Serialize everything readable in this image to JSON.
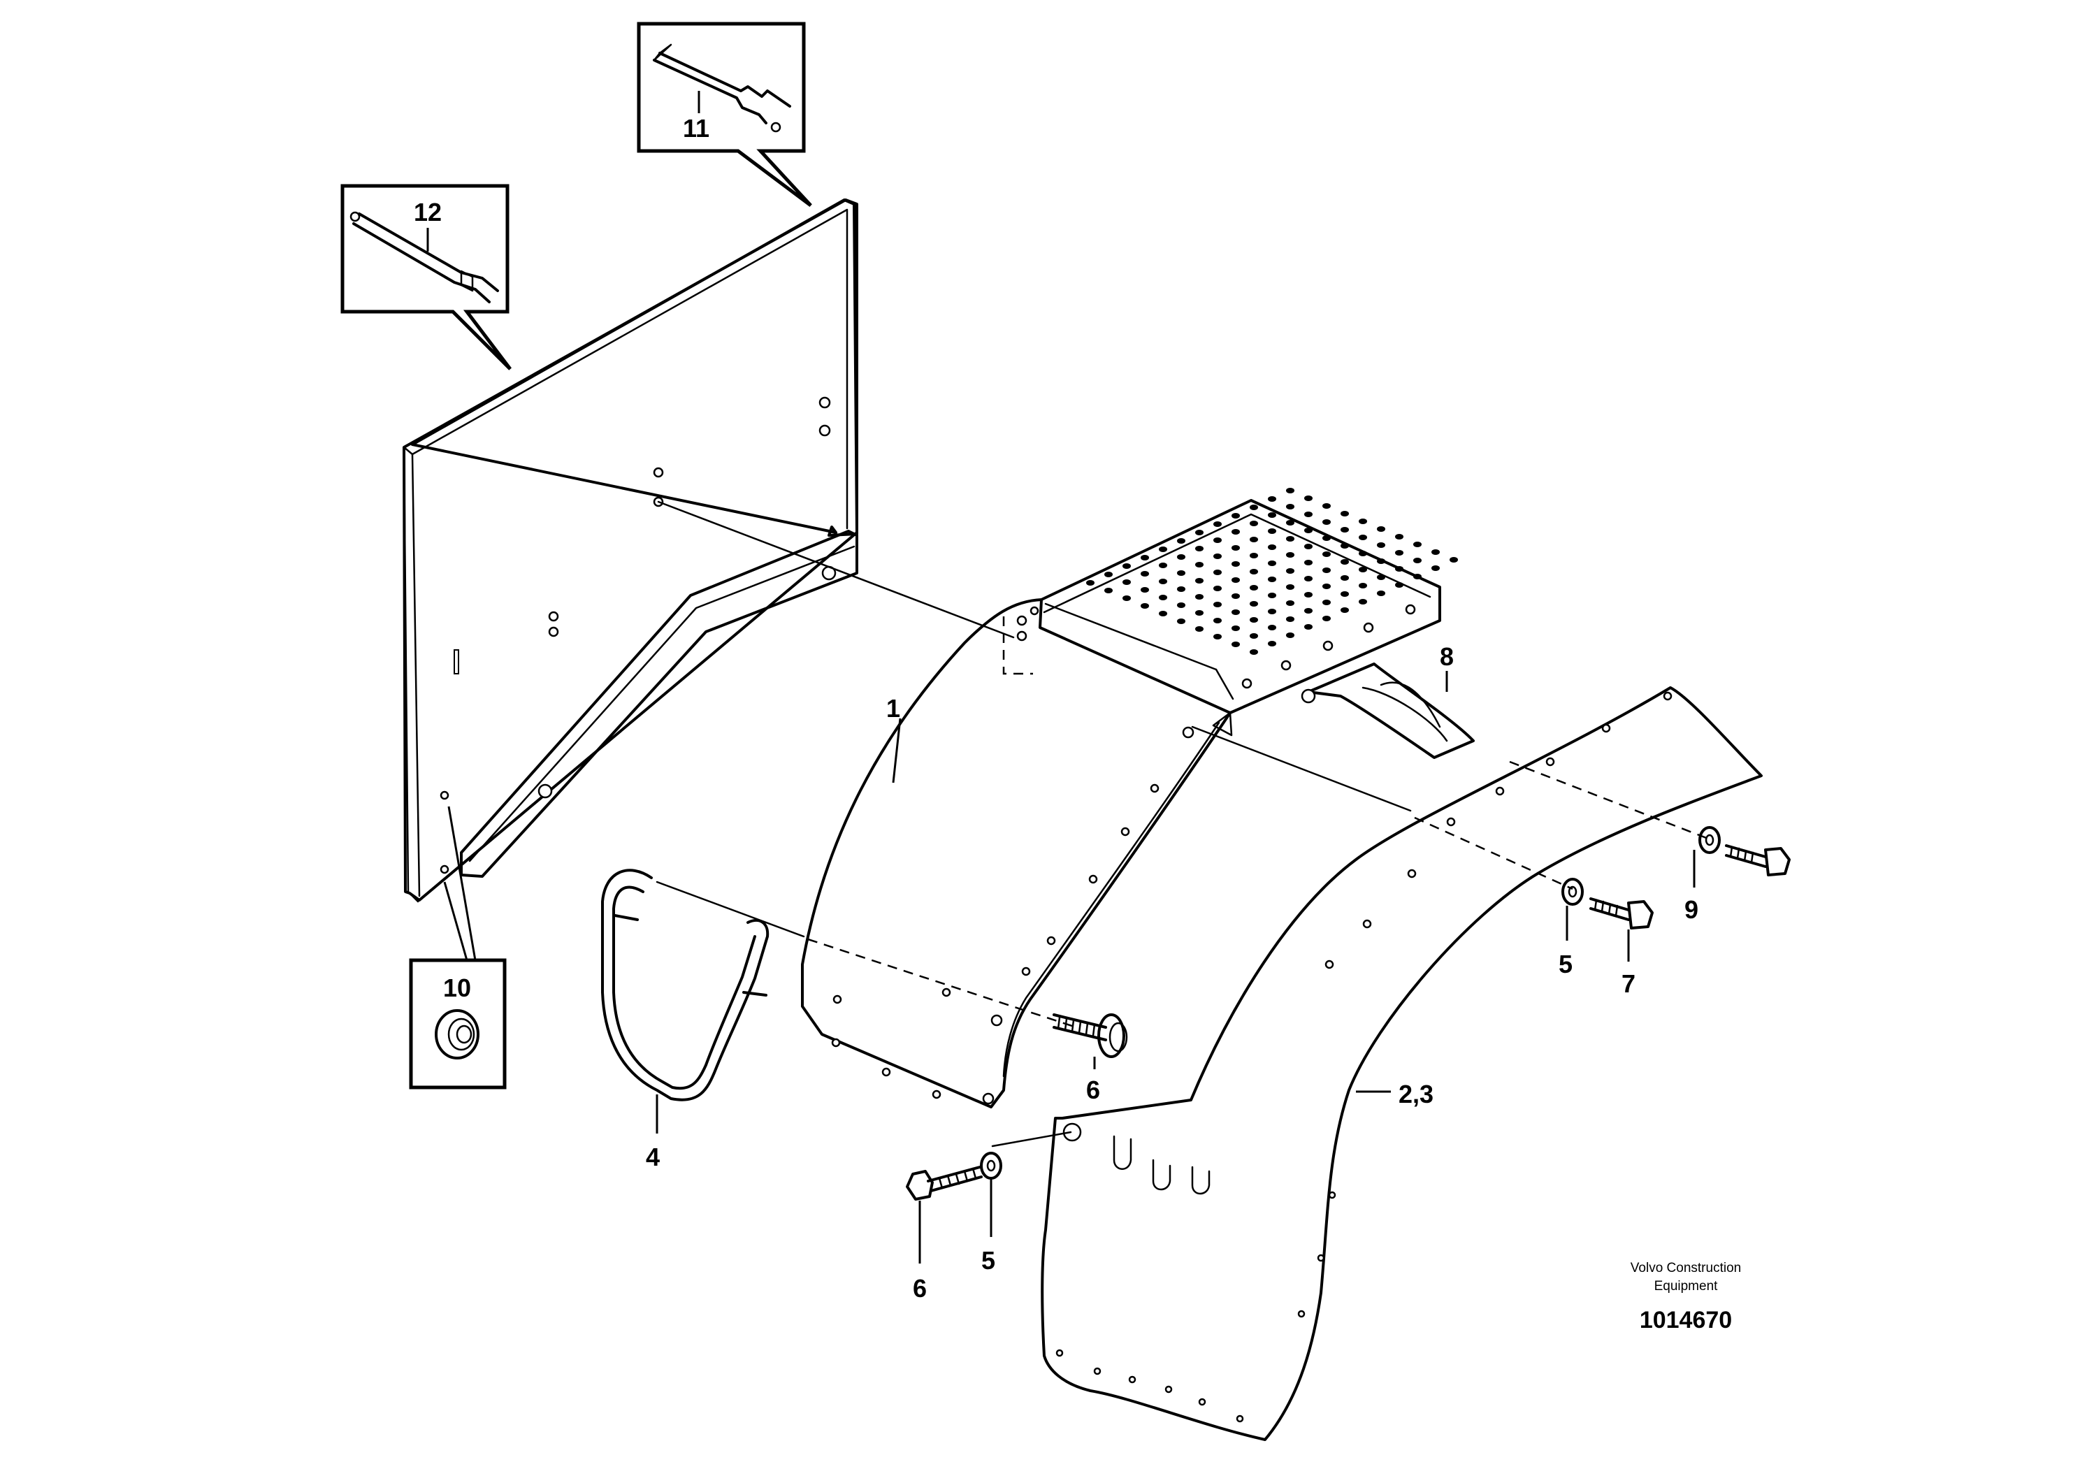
{
  "labels": {
    "l1": "1",
    "l23": "2,3",
    "l4": "4",
    "l5a": "5",
    "l5b": "5",
    "l6a": "6",
    "l6b": "6",
    "l7": "7",
    "l8": "8",
    "l9": "9",
    "l10": "10",
    "l11": "11",
    "l12": "12"
  },
  "credit": {
    "line1": "Volvo Construction",
    "line2": "Equipment",
    "number": "1014670"
  }
}
